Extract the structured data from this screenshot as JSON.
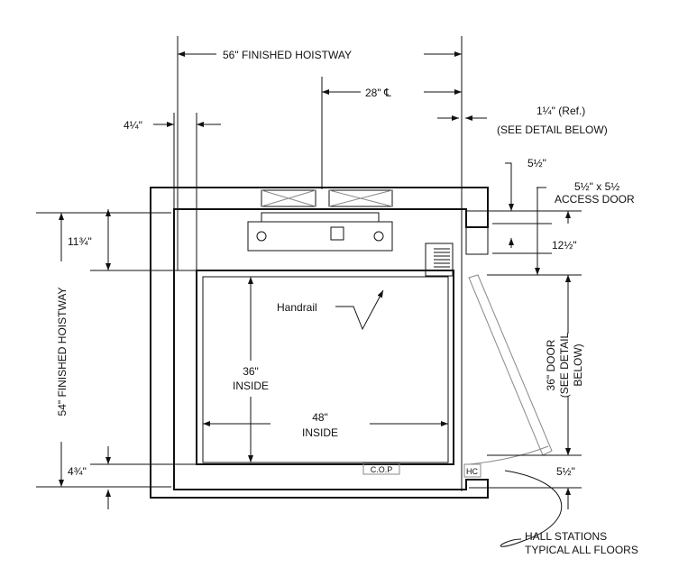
{
  "drawing": {
    "dim_hoistway_width": "56\" FINISHED HOISTWAY",
    "dim_centerline": "28\" ℄",
    "dim_left_offset": "4¼\"",
    "dim_ref": "1¼\" (Ref.)",
    "dim_ref_note": "(SEE DETAIL BELOW)",
    "dim_5half_top": "5½\"",
    "access_door_size": "5½\" x 5½",
    "access_door_label": "ACCESS DOOR",
    "dim_12half": "12½\"",
    "dim_11three_quarter": "11¾\"",
    "dim_hoistway_depth": "54\" FINISHED HOISTWAY",
    "handrail_label": "Handrail",
    "inside_depth_1": "36\"",
    "inside_depth_2": "INSIDE",
    "inside_width_1": "48\"",
    "inside_width_2": "INSIDE",
    "door_label_1": "36\" DOOR",
    "door_label_2": "(SEE DETAIL",
    "door_label_3": "BELOW)",
    "dim_4three_quarter": "4¾\"",
    "dim_5half_bottom": "5½\"",
    "cop_label": "C.O.P",
    "hc_label": "HC",
    "hall_stations_1": "HALL STATIONS",
    "hall_stations_2": "TYPICAL ALL FLOORS"
  }
}
